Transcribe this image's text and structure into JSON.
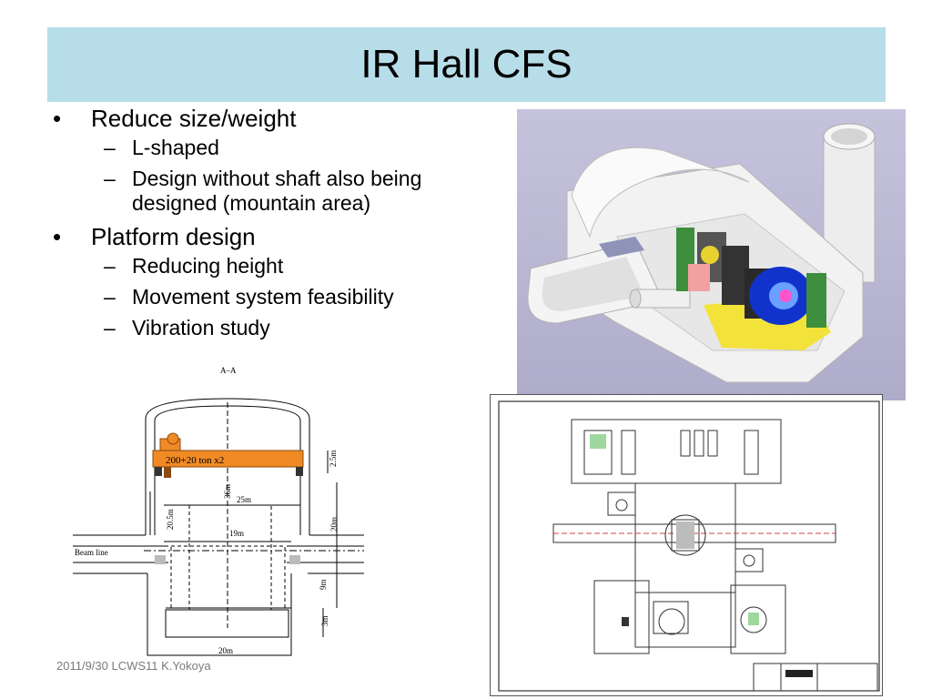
{
  "slide": {
    "title": "IR Hall CFS",
    "bullets": [
      {
        "text": "Reduce size/weight",
        "sub": [
          "L-shaped",
          "Design without shaft also being designed (mountain area)"
        ]
      },
      {
        "text": "Platform design",
        "sub": [
          "Reducing height",
          "Movement system feasibility",
          "Vibration study"
        ]
      }
    ],
    "footer": "2011/9/30 LCWS11 K.Yokoya"
  },
  "cross_section": {
    "section_mark": "A–A",
    "platform_label": "200+20 ton x2",
    "beam_line": "Beam line",
    "dims": {
      "height_total": "36m",
      "inner_width": "25m",
      "wall_height": "20.5m",
      "pit_width": "19m",
      "right_height": "20m",
      "top_gap": "2.5m",
      "lower_height": "9m",
      "floor": "3m",
      "base_width": "20m"
    }
  }
}
